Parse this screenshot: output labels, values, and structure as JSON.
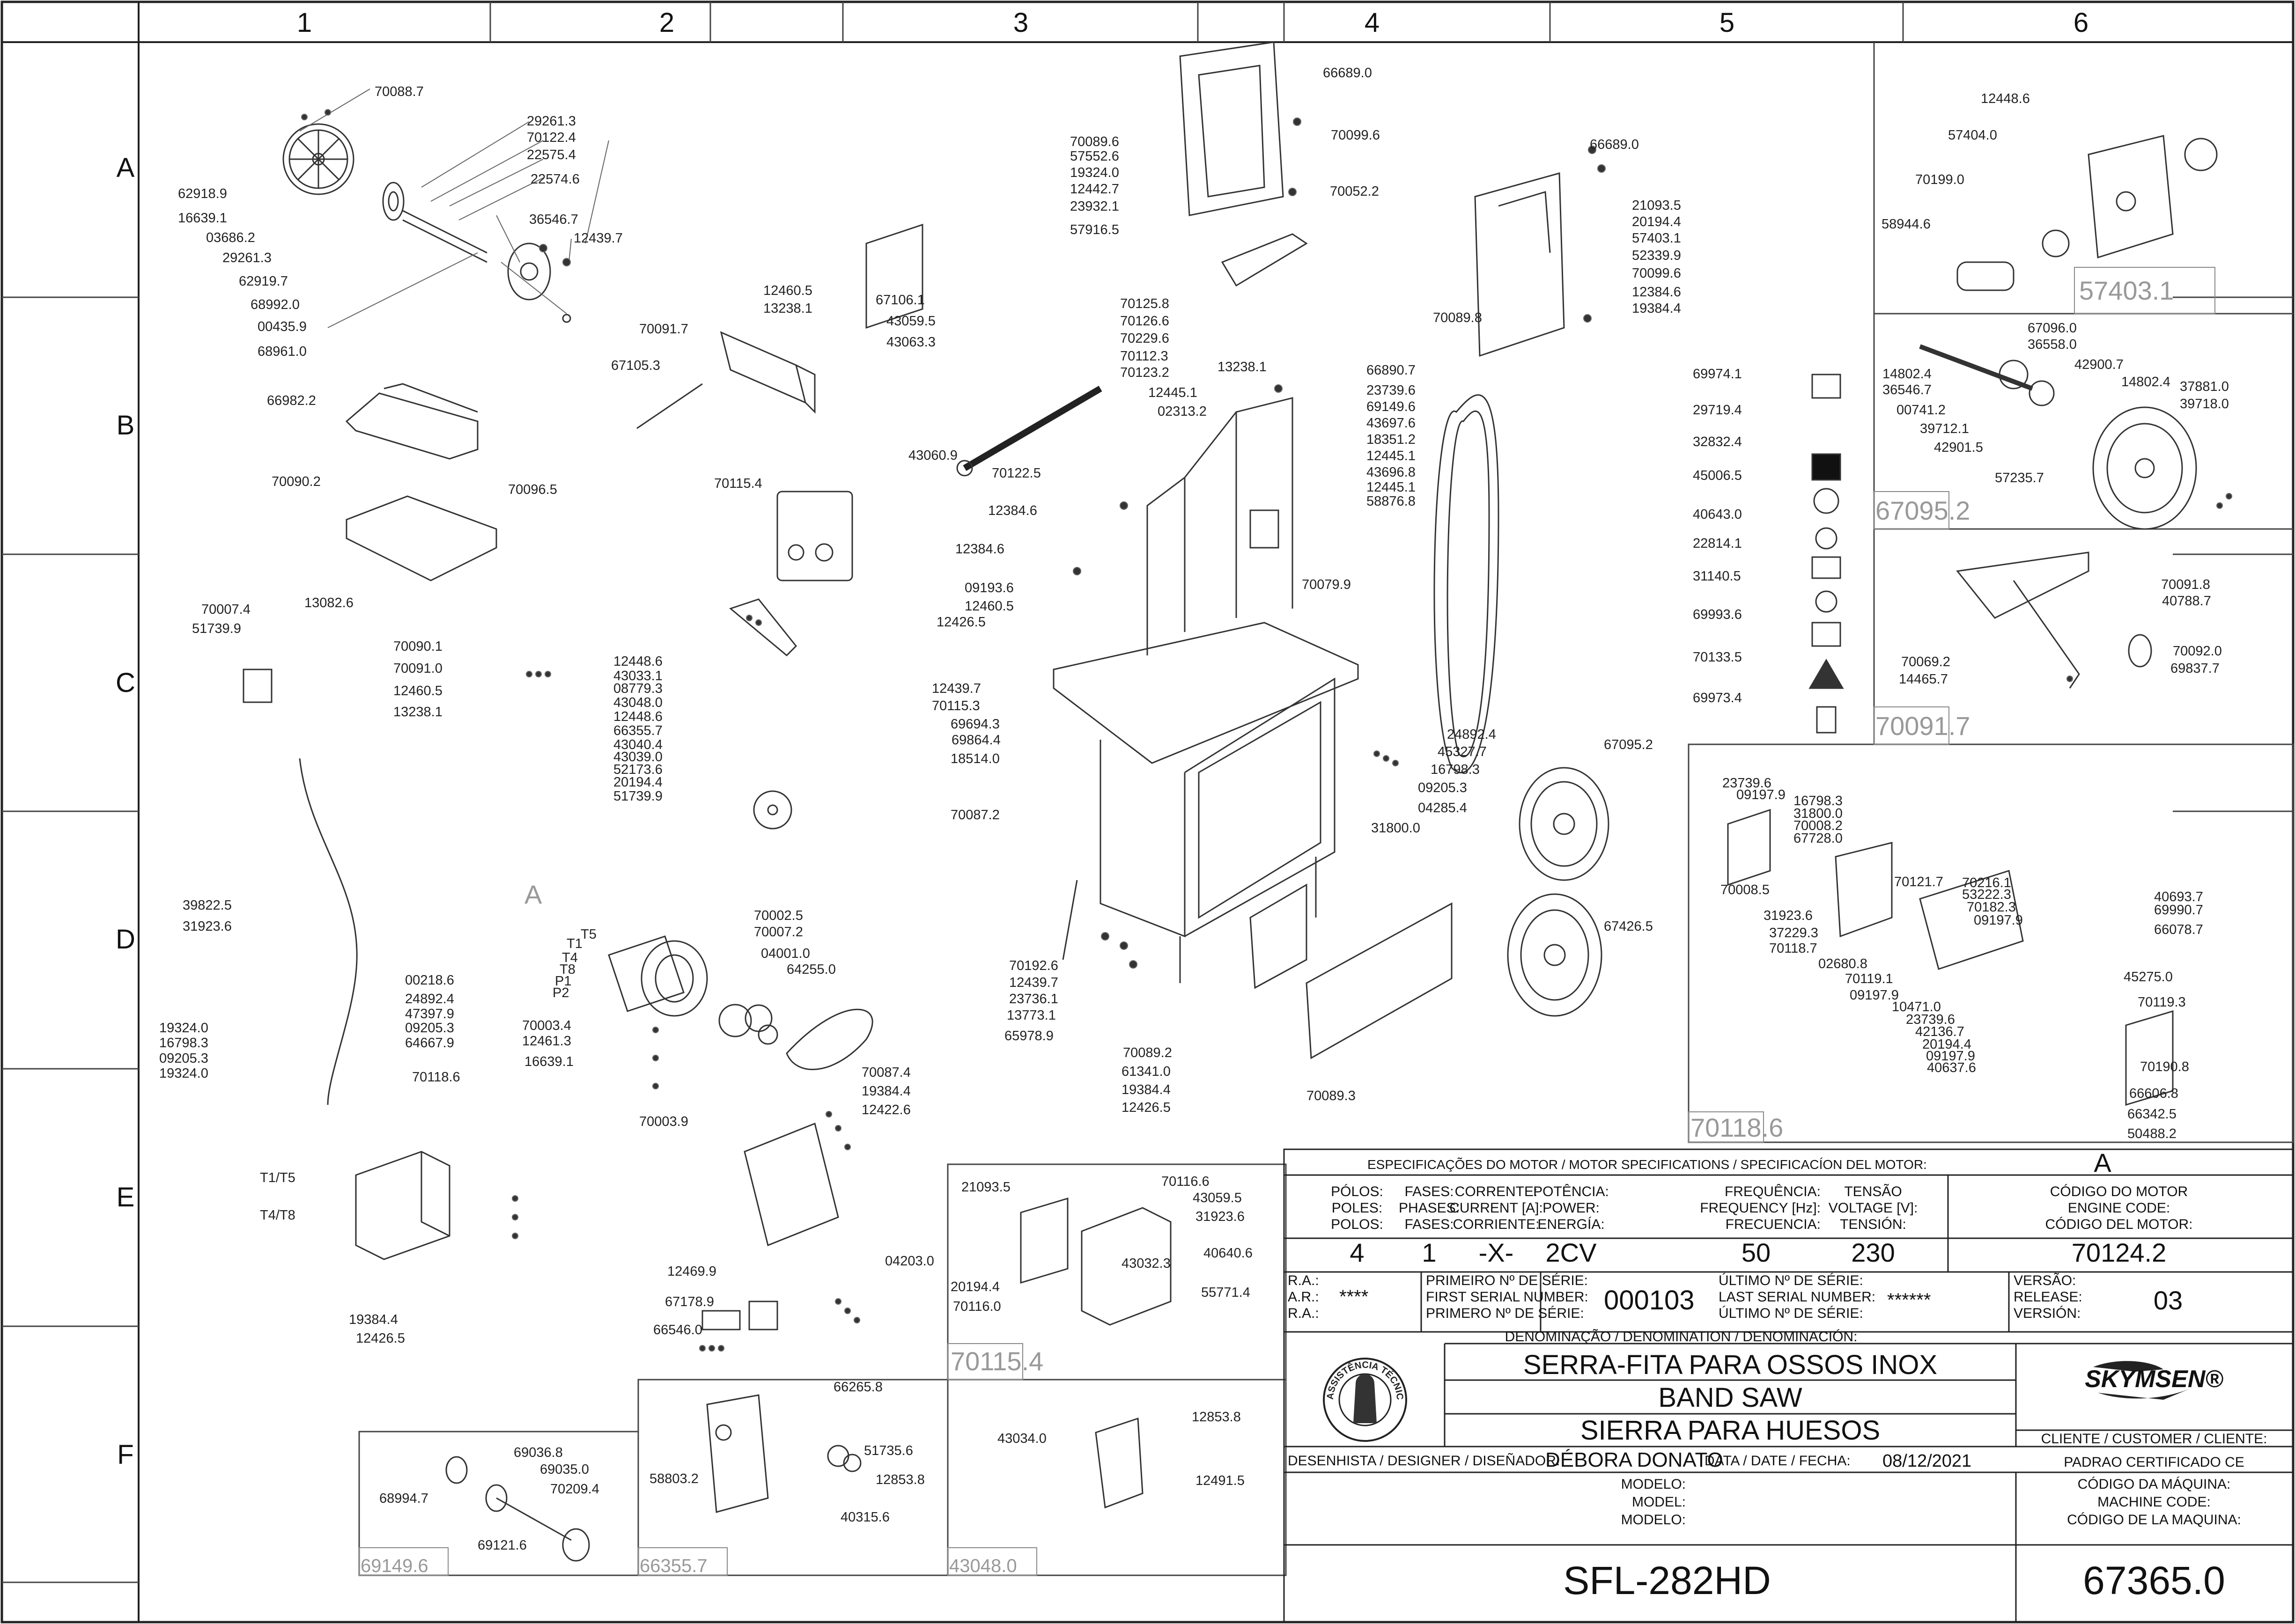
{
  "grid": {
    "columns": [
      "1",
      "2",
      "3",
      "4",
      "5",
      "6"
    ],
    "rows": [
      "A",
      "B",
      "C",
      "D",
      "E",
      "F"
    ]
  },
  "subassemblies": [
    {
      "id": "57403.1"
    },
    {
      "id": "67095.2"
    },
    {
      "id": "70091.7"
    },
    {
      "id": "70118.6"
    },
    {
      "id": "70115.4"
    },
    {
      "id": "69149.6"
    },
    {
      "id": "66355.7"
    },
    {
      "id": "43048.0"
    }
  ],
  "motor_diagram_letter": "A",
  "wiring_labels": [
    "T5",
    "T1",
    "T4",
    "T8",
    "P1",
    "P2",
    "T1/T5",
    "T4/T8"
  ],
  "part_labels": [
    "70088.7",
    "29261.3",
    "70122.4",
    "22575.4",
    "22574.6",
    "62918.9",
    "16639.1",
    "03686.2",
    "29261.3",
    "36546.7",
    "12439.7",
    "62919.7",
    "68992.0",
    "00435.9",
    "68961.0",
    "12460.5",
    "13238.1",
    "70091.7",
    "67105.3",
    "66982.2",
    "70090.2",
    "70096.5",
    "70007.4",
    "51739.9",
    "13082.6",
    "70090.1",
    "70091.0",
    "12460.5",
    "13238.1",
    "70115.4",
    "12448.6",
    "43033.1",
    "08779.3",
    "43048.0",
    "12448.6",
    "66355.7",
    "43040.4",
    "43039.0",
    "52173.6",
    "20194.4",
    "51739.9",
    "39822.5",
    "31923.6",
    "00218.6",
    "24892.4",
    "47397.9",
    "09205.3",
    "64667.9",
    "19324.0",
    "16798.3",
    "09205.3",
    "19324.0",
    "70118.6",
    "19384.4",
    "12426.5",
    "70002.5",
    "70007.2",
    "04001.0",
    "64255.0",
    "70003.4",
    "12461.3",
    "16639.1",
    "70087.4",
    "19384.4",
    "12422.6",
    "70003.9",
    "12469.9",
    "04203.0",
    "67178.9",
    "66546.0",
    "69036.8",
    "69035.0",
    "70209.4",
    "68994.7",
    "69121.6",
    "66265.8",
    "51735.6",
    "58803.2",
    "12853.8",
    "40315.6",
    "67106.1",
    "43059.5",
    "43063.3",
    "43060.9",
    "70125.8",
    "70126.6",
    "70229.6",
    "70112.3",
    "70123.2",
    "12445.1",
    "02313.2",
    "13238.1",
    "70122.5",
    "12384.6",
    "12384.6",
    "09193.6",
    "12460.5",
    "12426.5",
    "12439.7",
    "70115.3",
    "69694.3",
    "69864.4",
    "18514.0",
    "70087.2",
    "70192.6",
    "12439.7",
    "23736.1",
    "13773.1",
    "65978.9",
    "21093.5",
    "70116.6",
    "43059.5",
    "31923.6",
    "40640.6",
    "20194.4",
    "70116.0",
    "55771.4",
    "43032.3",
    "43034.0",
    "12853.8",
    "12491.5",
    "66689.0",
    "70089.6",
    "57552.6",
    "19324.0",
    "12442.7",
    "23932.1",
    "57916.5",
    "70099.6",
    "70052.2",
    "66890.7",
    "23739.6",
    "69149.6",
    "43697.6",
    "18351.2",
    "12445.1",
    "43696.8",
    "12445.1",
    "58876.8",
    "70079.9",
    "24892.4",
    "45327.7",
    "16798.3",
    "09205.3",
    "04285.4",
    "31800.0",
    "70089.2",
    "61341.0",
    "19384.4",
    "12426.5",
    "70089.3",
    "66689.0",
    "21093.5",
    "20194.4",
    "57403.1",
    "52339.9",
    "70099.6",
    "12384.6",
    "19384.4",
    "70089.8",
    "67095.2",
    "67426.5",
    "69974.1",
    "29719.4",
    "32832.4",
    "45006.5",
    "40643.0",
    "22814.1",
    "31140.5",
    "69993.6",
    "70133.5",
    "69973.4",
    "12448.6",
    "57404.0",
    "70199.0",
    "58944.6",
    "67096.0",
    "14802.4",
    "36558.0",
    "42900.7",
    "36546.7",
    "14802.4",
    "00741.2",
    "39712.1",
    "42901.5",
    "57235.7",
    "37881.0",
    "39718.0",
    "70091.8",
    "40788.7",
    "70069.2",
    "14465.7",
    "70092.0",
    "69837.7",
    "23739.6",
    "09197.9",
    "16798.3",
    "31800.0",
    "70008.2",
    "67728.0",
    "70008.5",
    "31923.6",
    "37229.3",
    "70118.7",
    "02680.8",
    "70121.7",
    "70216.1",
    "53222.3",
    "70182.3",
    "09197.9",
    "70119.1",
    "09197.9",
    "10471.0",
    "23739.6",
    "42136.7",
    "20194.4",
    "09197.9",
    "40637.6",
    "70190.8",
    "66606.8",
    "66342.5",
    "50488.2",
    "40693.7",
    "69990.7",
    "66078.7",
    "45275.0",
    "70119.3"
  ],
  "title_block": {
    "motor_spec_header": "ESPECIFICAÇÕES DO MOTOR / MOTOR SPECIFICATIONS / SPECIFICACÍON DEL MOTOR:",
    "motor_letter": "A",
    "headers": [
      {
        "l1": "PÓLOS:",
        "l2": "POLES:",
        "l3": "POLOS:",
        "value": "4"
      },
      {
        "l1": "FASES:",
        "l2": "PHASES:",
        "l3": "FASES:",
        "value": "1"
      },
      {
        "l1": "CORRENTE:",
        "l2": "CURRENT [A]:",
        "l3": "CORRIENTE:",
        "value": "-X-"
      },
      {
        "l1": "POTÊNCIA:",
        "l2": "POWER:",
        "l3": "ENERGÍA:",
        "value": "2CV"
      },
      {
        "l1": "FREQUÊNCIA:",
        "l2": "FREQUENCY [Hz]:",
        "l3": "FRECUENCIA:",
        "value": "50"
      },
      {
        "l1": "TENSÃO",
        "l2": "VOLTAGE [V]:",
        "l3": "TENSIÓN:",
        "value": "230"
      },
      {
        "l1": "CÓDIGO DO MOTOR",
        "l2": "ENGINE CODE:",
        "l3": "CÓDIGO DEL MOTOR:",
        "value": "70124.2"
      }
    ],
    "ra_labels": [
      "R.A.:",
      "A.R.:",
      "R.A.:"
    ],
    "ra_value": "****",
    "first_serial_labels": [
      "PRIMEIRO Nº DE SÉRIE:",
      "FIRST SERIAL NUMBER:",
      "PRIMERO Nº DE SÉRIE:"
    ],
    "first_serial": "000103",
    "last_serial_labels": [
      "ÚLTIMO Nº DE SÉRIE:",
      "LAST SERIAL NUMBER:",
      "ÚLTIMO Nº DE SÉRIE:"
    ],
    "last_serial": "******",
    "release_labels": [
      "VERSÃO:",
      "RELEASE:",
      "VERSIÓN:"
    ],
    "release": "03",
    "denomination_label": "DENOMINAÇÃO / DENOMINATION / DENOMINACIÓN:",
    "names": [
      "SERRA-FITA PARA OSSOS INOX",
      "BAND SAW",
      "SIERRA PARA HUESOS"
    ],
    "brand": "SKYMSEN®",
    "seal_text": "ASSISTÊNCIA TÉCNICA AUTORIZADA",
    "designer_label": "DESENHISTA / DESIGNER / DISEÑADOR:",
    "designer": "DÉBORA DONATO",
    "date_label": "DATA / DATE / FECHA:",
    "date": "08/12/2021",
    "client_label": "CLIENTE / CUSTOMER / CLIENTE:",
    "client": "PADRAO CERTIFICADO CE",
    "model_labels": [
      "MODELO:",
      "MODEL:",
      "MODELO:"
    ],
    "model": "SFL-282HD",
    "machine_code_labels": [
      "CÓDIGO DA MÁQUINA:",
      "MACHINE CODE:",
      "CÓDIGO DE LA MAQUINA:"
    ],
    "machine_code": "67365.0",
    "icon_names": [
      "manual-icon",
      "brand-logo-icon",
      "indicator-icon",
      "ground-icon",
      "seal-icon",
      "warning-icon",
      "electric-hazard-icon"
    ]
  }
}
